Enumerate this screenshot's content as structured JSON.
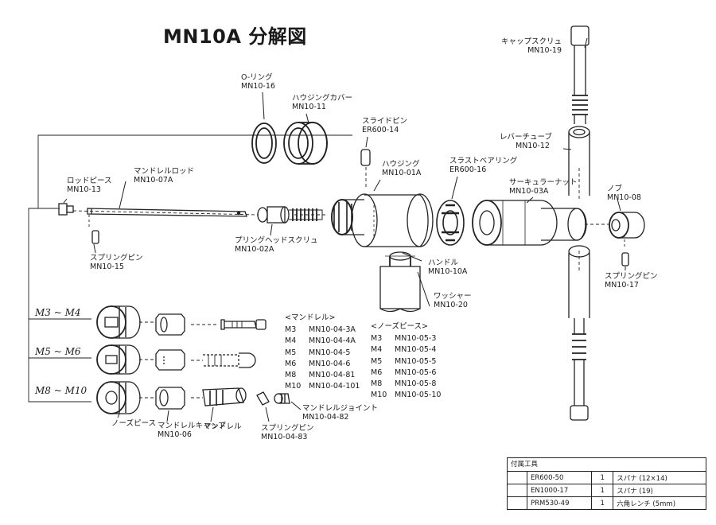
{
  "title": "MN10A 分解図",
  "parts": {
    "o_ring": {
      "name": "O-リング",
      "code": "MN10-16"
    },
    "housing_cover": {
      "name": "ハウジングカバー",
      "code": "MN10-11"
    },
    "slide_pin": {
      "name": "スライドピン",
      "code": "ER600-14"
    },
    "housing": {
      "name": "ハウジング",
      "code": "MN10-01A"
    },
    "thrust_bearing": {
      "name": "スラストベアリング",
      "code": "ER600-16"
    },
    "circular_nut": {
      "name": "サーキュラーナット",
      "code": "MN10-03A"
    },
    "cap_screw": {
      "name": "キャップスクリュ",
      "code": "MN10-19"
    },
    "lever_tube": {
      "name": "レバーチューブ",
      "code": "MN10-12"
    },
    "knob": {
      "name": "ノブ",
      "code": "MN10-08"
    },
    "rod_piece": {
      "name": "ロッドピース",
      "code": "MN10-13"
    },
    "mandrel_rod": {
      "name": "マンドレルロッド",
      "code": "MN10-07A"
    },
    "spring_head_screw": {
      "name": "プリングヘッドスクリュ",
      "code": "MN10-02A"
    },
    "spring_pin_15": {
      "name": "スプリングピン",
      "code": "MN10-15"
    },
    "handle": {
      "name": "ハンドル",
      "code": "MN10-10A"
    },
    "washer": {
      "name": "ワッシャー",
      "code": "MN10-20"
    },
    "spring_pin_17": {
      "name": "スプリングピン",
      "code": "MN10-17"
    },
    "nose_piece": {
      "name": "ノーズピース"
    },
    "mandrel_cap": {
      "name": "マンドレルキャップ",
      "code": "MN10-06"
    },
    "mandrel": {
      "name": "マンドレル"
    },
    "spring_pin_83": {
      "name": "スプリングピン",
      "code": "MN10-04-83"
    },
    "mandrel_joint": {
      "name": "マンドレルジョイント",
      "code": "MN10-04-82"
    }
  },
  "size_groups": [
    "M3 ~ M4",
    "M5 ~ M6",
    "M8 ~ M10"
  ],
  "mandrel_list": {
    "header": "<マンドレル>",
    "rows": [
      {
        "size": "M3",
        "code": "MN10-04-3A"
      },
      {
        "size": "M4",
        "code": "MN10-04-4A"
      },
      {
        "size": "M5",
        "code": "MN10-04-5"
      },
      {
        "size": "M6",
        "code": "MN10-04-6"
      },
      {
        "size": "M8",
        "code": "MN10-04-81"
      },
      {
        "size": "M10",
        "code": "MN10-04-101"
      }
    ]
  },
  "nose_piece_list": {
    "header": "<ノーズピース>",
    "rows": [
      {
        "size": "M3",
        "code": "MN10-05-3"
      },
      {
        "size": "M4",
        "code": "MN10-05-4"
      },
      {
        "size": "M5",
        "code": "MN10-05-5"
      },
      {
        "size": "M6",
        "code": "MN10-05-6"
      },
      {
        "size": "M8",
        "code": "MN10-05-8"
      },
      {
        "size": "M10",
        "code": "MN10-05-10"
      }
    ]
  },
  "accessories": {
    "header": "付属工具",
    "rows": [
      {
        "code": "ER600-50",
        "qty": "1",
        "name": "スパナ (12×14)"
      },
      {
        "code": "EN1000-17",
        "qty": "1",
        "name": "スパナ (19)"
      },
      {
        "code": "PRM530-49",
        "qty": "1",
        "name": "六角レンチ (5mm)"
      }
    ]
  }
}
